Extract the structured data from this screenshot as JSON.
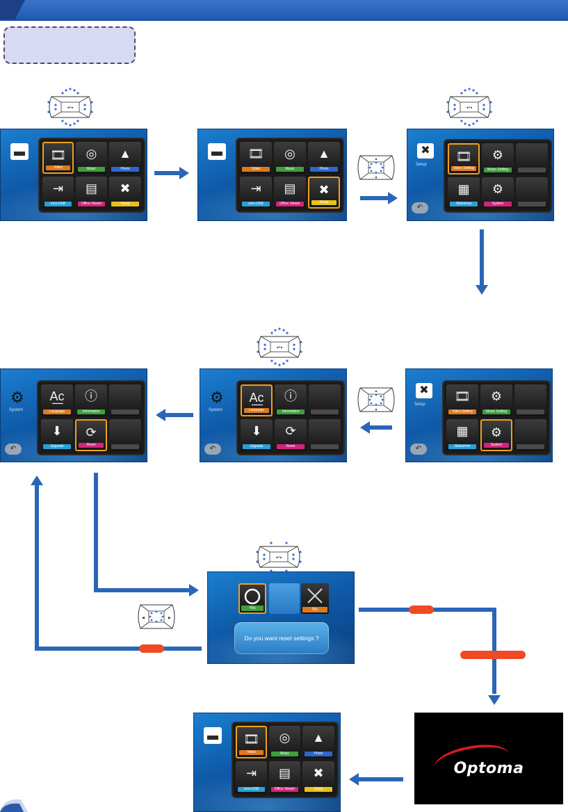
{
  "home_menu": {
    "items": [
      {
        "label": "Video",
        "icon": "film-icon"
      },
      {
        "label": "Music",
        "icon": "disc-icon"
      },
      {
        "label": "Photo",
        "icon": "photo-icon"
      },
      {
        "label": "emz-USB",
        "icon": "usb-input-icon"
      },
      {
        "label": "Office Viewer",
        "icon": "document-icon"
      },
      {
        "label": "Setup",
        "icon": "tools-icon"
      }
    ]
  },
  "setup_menu": {
    "title": "Setup",
    "items": [
      {
        "label": "Video Setting",
        "icon": "film-icon"
      },
      {
        "label": "Music Setting",
        "icon": "music-gear-icon"
      },
      {
        "label": "Slideshow",
        "icon": "slideshow-icon"
      },
      {
        "label": "System",
        "icon": "gears-icon"
      }
    ]
  },
  "system_menu": {
    "title": "System",
    "items": [
      {
        "label": "Language",
        "icon": "language-icon"
      },
      {
        "label": "Information",
        "icon": "info-icon"
      },
      {
        "label": "Upgrade",
        "icon": "upgrade-icon"
      },
      {
        "label": "Reset",
        "icon": "reset-icon"
      }
    ]
  },
  "reset_dialog": {
    "yes_label": "Yes",
    "no_label": "No",
    "message": "Do you want reset settings ?"
  },
  "splash": {
    "brand": "Optoma"
  },
  "colors": {
    "header": "#2a62b8",
    "arrow": "#2a66b8",
    "highlight_pill": "#ef4a23",
    "selection_border": "#f0a020"
  }
}
